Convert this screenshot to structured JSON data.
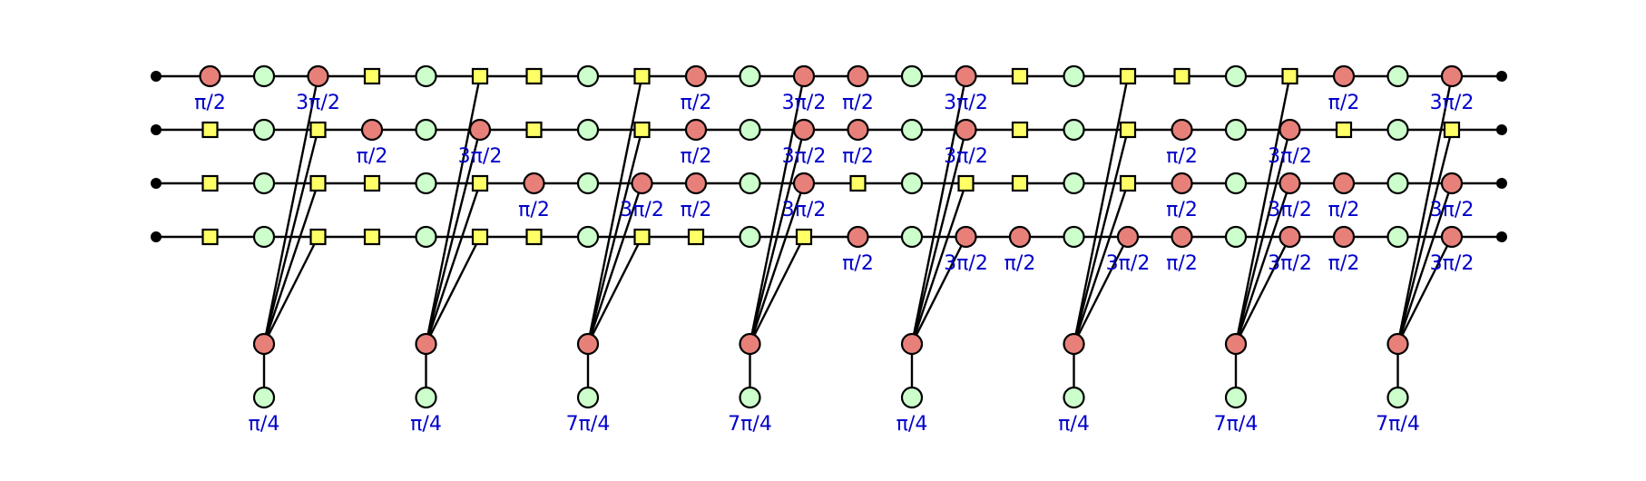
{
  "colors": {
    "z_spider": "#ccffcc",
    "x_spider": "#e8807a",
    "hadamard": "#ffff66",
    "phase_text": "#0000cc",
    "wire": "#000000"
  },
  "diagram": {
    "type": "zx-calculus",
    "qubits": 4,
    "wires": [
      [
        "X:π/2",
        "Z",
        "X:3π/2",
        "H",
        "Z",
        "H",
        "H",
        "Z",
        "H",
        "X:π/2",
        "Z",
        "X:3π/2",
        "X:π/2",
        "Z",
        "X:3π/2",
        "H",
        "Z",
        "H",
        "H",
        "Z",
        "H",
        "X:π/2",
        "Z",
        "X:3π/2"
      ],
      [
        "H",
        "Z",
        "H",
        "X:π/2",
        "Z",
        "X:3π/2",
        "H",
        "Z",
        "H",
        "X:π/2",
        "Z",
        "X:3π/2",
        "X:π/2",
        "Z",
        "X:3π/2",
        "H",
        "Z",
        "H",
        "X:π/2",
        "Z",
        "X:3π/2",
        "H",
        "Z",
        "H"
      ],
      [
        "H",
        "Z",
        "H",
        "H",
        "Z",
        "H",
        "X:π/2",
        "Z",
        "X:3π/2",
        "X:π/2",
        "Z",
        "X:3π/2",
        "H",
        "Z",
        "H",
        "H",
        "Z",
        "H",
        "X:π/2",
        "Z",
        "X:3π/2",
        "X:π/2",
        "Z",
        "X:3π/2"
      ],
      [
        "H",
        "Z",
        "H",
        "H",
        "Z",
        "H",
        "H",
        "Z",
        "H",
        "H",
        "Z",
        "H",
        "X:π/2",
        "Z",
        "X:3π/2",
        "X:π/2",
        "Z",
        "X:3π/2",
        "X:π/2",
        "Z",
        "X:3π/2",
        "X:π/2",
        "Z",
        "X:3π/2"
      ]
    ],
    "gadget_phases": [
      "π/4",
      "π/4",
      "7π/4",
      "7π/4",
      "π/4",
      "π/4",
      "7π/4",
      "7π/4"
    ]
  }
}
